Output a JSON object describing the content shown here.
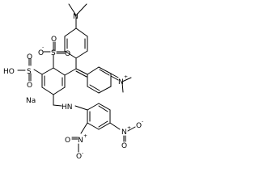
{
  "structure": {
    "atom_labels": {
      "dimethylamino_n": "N",
      "iminium_n": "N",
      "iminium_charge": "+",
      "sulfonate_s": "S",
      "sulfonate_o_top": "O",
      "sulfonate_o_right": "O",
      "sulfonate_o_minus": "O",
      "minus_sign": "-",
      "sulfonic_ho": "HO",
      "sulfonic_s": "S",
      "sulfonic_o_top": "O",
      "sulfonic_o_bottom": "O",
      "sodium": "Na",
      "amine_nh": "HN",
      "nitro_n_ortho": "N",
      "nitro_o_ortho_a": "O",
      "nitro_o_ortho_b": "O",
      "nitro_n_para": "N",
      "nitro_o_para_a": "O",
      "nitro_o_para_b": "O",
      "nitro_plus": "+",
      "nitro_minus": "-"
    }
  }
}
